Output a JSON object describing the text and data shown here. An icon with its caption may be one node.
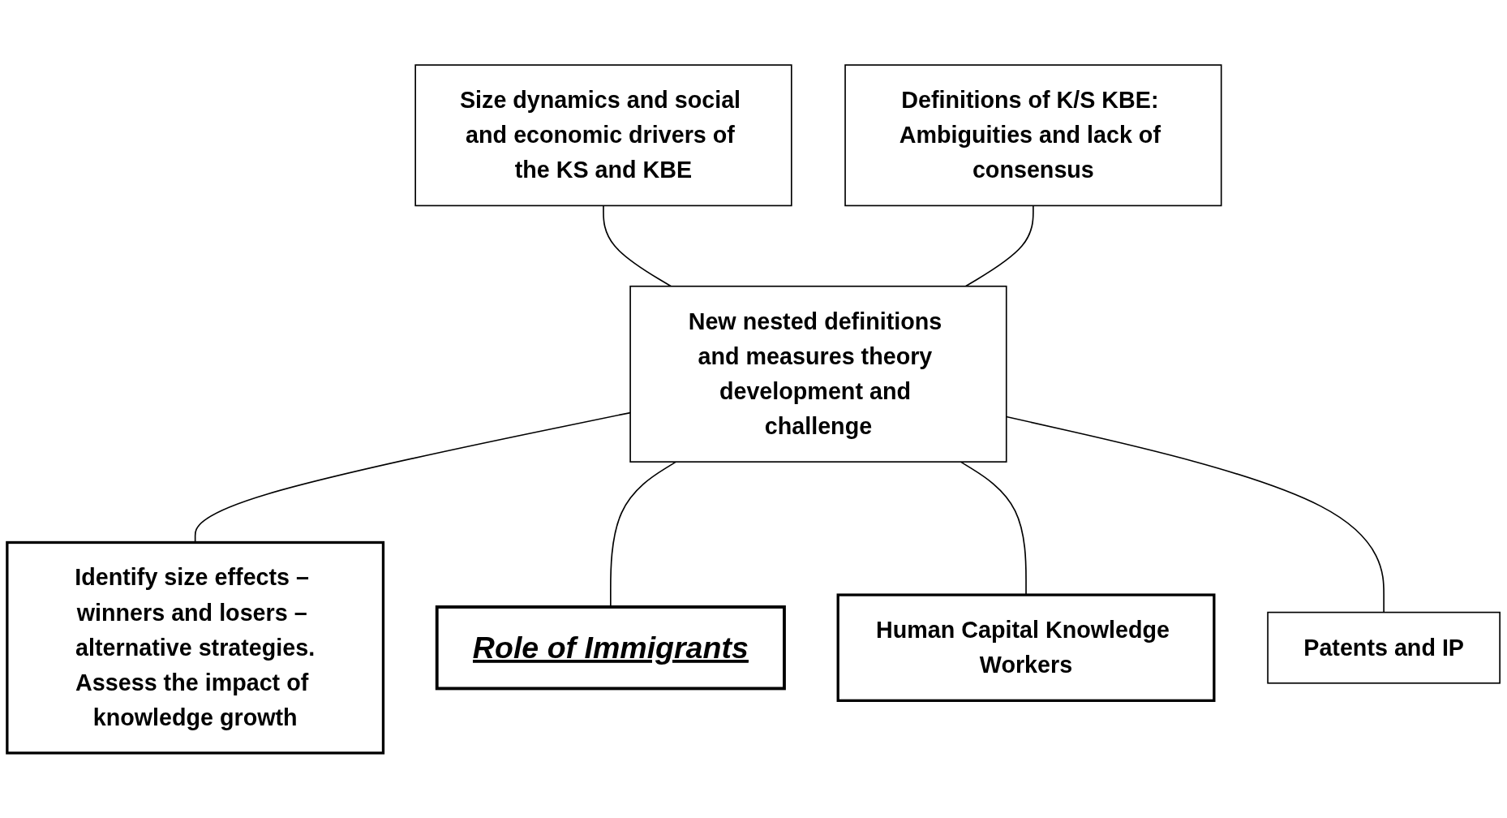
{
  "diagram": {
    "nodes": [
      {
        "text": [
          "Size dynamics and social and economic drivers of the KS and KBE"
        ]
      },
      {
        "text": [
          "Definitions of K/S KBE: Ambiguities and lack of consensus"
        ]
      },
      {
        "text": [
          "New nested definitions and measures theory development and challenge"
        ]
      },
      {
        "text": [
          "Identify size effects – winners and losers – alternative strategies.",
          "Assess the impact of knowledge growth"
        ]
      },
      {
        "text": [
          "Role of Immigrants"
        ]
      },
      {
        "text": [
          "Human Capital Knowledge Workers"
        ]
      },
      {
        "text": [
          "Patents and IP"
        ]
      }
    ],
    "edges": [
      {
        "from": 0,
        "to": 2,
        "arrow": "none"
      },
      {
        "from": 1,
        "to": 2,
        "arrow": "none"
      },
      {
        "from": 2,
        "to": 3,
        "arrow": "none"
      },
      {
        "from": 2,
        "to": 4,
        "arrow": "none"
      },
      {
        "from": 2,
        "to": 5,
        "arrow": "none"
      },
      {
        "from": 2,
        "to": 6,
        "arrow": "none"
      }
    ]
  }
}
